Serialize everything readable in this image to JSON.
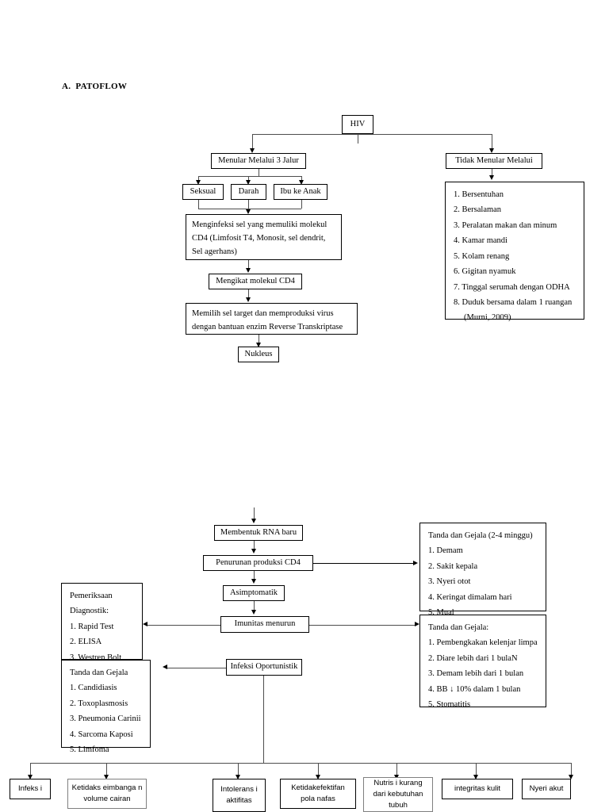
{
  "document": {
    "title": "A.  PATOFLOW"
  },
  "nodes": {
    "hiv": "HIV",
    "menular": "Menular Melalui 3 Jalur",
    "seksual": "Seksual",
    "darah": "Darah",
    "ibu_ke_anak": "Ibu ke Anak",
    "tidak_menular": "Tidak Menular Melalui",
    "menginfeksi_l1": "Menginfeksi sel yang memuliki molekul",
    "menginfeksi_l2": "CD4 (Limfosit T4, Monosit, sel dendrit,",
    "menginfeksi_l3": "Sel agerhans)",
    "mengikat": "Mengikat molekul CD4",
    "memilih_l1": "Memilih sel target dan memproduksi virus",
    "memilih_l2": "dengan bantuan enzim Reverse Transkriptase",
    "nukleus": "Nukleus",
    "membentuk_rna": "Membentuk RNA baru",
    "penurunan_cd4": "Penurunan produksi CD4",
    "asimptomatik": "Asimptomatik",
    "imunitas_menurun": "Imunitas menurun",
    "infeksi_oportunistik": "Infeksi Oportunistik"
  },
  "tidak_menular_list": {
    "items": [
      "1. Bersentuhan",
      "2. Bersalaman",
      "3. Peralatan makan dan minum",
      "4. Kamar mandi",
      "5. Kolam renang",
      "6. Gigitan nyamuk",
      "7. Tinggal serumah dengan ODHA",
      "8. Duduk bersama dalam 1 ruangan"
    ],
    "citation": "(Murni, 2009)"
  },
  "gejala_akut": {
    "header": "Tanda dan Gejala (2-4 minggu)",
    "items": [
      "1. Demam",
      "2. Sakit kepala",
      "3. Nyeri otot",
      "4. Keringat dimalam hari",
      "5. Mual"
    ]
  },
  "gejala_lanjut": {
    "header": "Tanda dan Gejala:",
    "items": [
      "1. Pembengkakan kelenjar limpa",
      "2. Diare lebih dari 1 bulaN",
      "3. Demam lebih dari 1 bulan",
      "4. BB ↓ 10% dalam 1 bulan",
      "5. Stomatitis"
    ]
  },
  "pemeriksaan": {
    "header_l1": "Pemeriksaan",
    "header_l2": "Diagnostik:",
    "items": [
      "1. Rapid Test",
      "2. ELISA",
      "3. Westren Bolt"
    ]
  },
  "gejala_oportunistik": {
    "header": "Tanda dan Gejala",
    "items": [
      "1. Candidiasis",
      "2. Toxoplasmosis",
      "3. Pneumonia Carinii",
      "4. Sarcoma Kaposi",
      "5. Limfoma"
    ]
  },
  "diagnoses": [
    {
      "label": "Infeks i"
    },
    {
      "label": "Ketidaks eimbanga n volume cairan"
    },
    {
      "label": "Intolerans i aktifitas"
    },
    {
      "label": "Ketidakefektifan pola nafas"
    },
    {
      "label": "Nutris i kurang dari kebutuhan tubuh"
    },
    {
      "label": "integritas kulit"
    },
    {
      "label": "Nyeri akut"
    }
  ],
  "colors": {
    "line": "#4d4d4d",
    "box_border": "#000000",
    "grey_border": "#7f7f7f",
    "background": "#ffffff"
  }
}
